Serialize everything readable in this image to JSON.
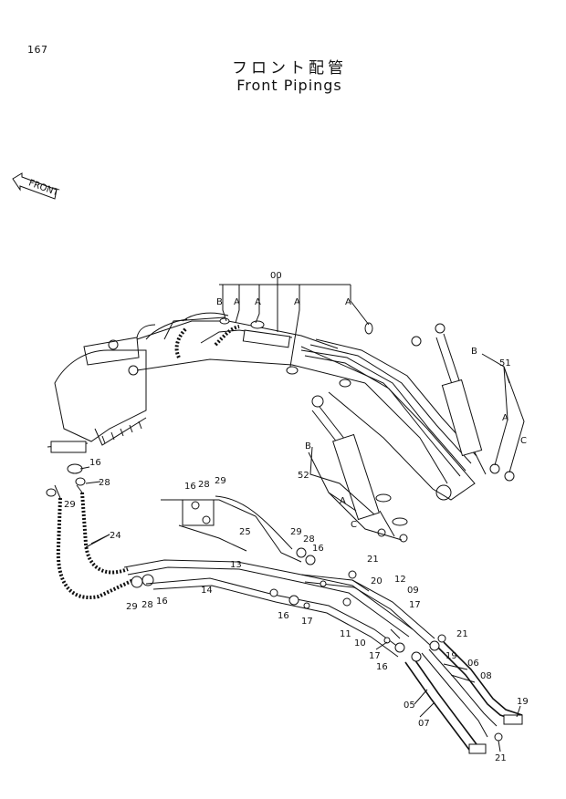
{
  "page_number": "167",
  "title_jp": "フロント配管",
  "title_en": "Front Pipings",
  "front_arrow_label": "FRONT",
  "callouts": {
    "c00": "00",
    "cB1": "B",
    "cA1": "A",
    "cA2": "A",
    "cA3": "A",
    "cA4": "A",
    "cB2": "B",
    "c51": "51",
    "cA5": "A",
    "cC1": "C",
    "cB3": "B",
    "c52": "52",
    "cA6": "A",
    "cC2": "C",
    "c16a": "16",
    "c28a": "28",
    "c29a": "29",
    "c24": "24",
    "c29b": "29",
    "c28b": "28",
    "c16b": "16",
    "c16c": "16",
    "c28c": "28",
    "c29c": "29",
    "c25": "25",
    "c29d": "29",
    "c28d": "28",
    "c16d": "16",
    "c13": "13",
    "c14": "14",
    "c21a": "21",
    "c20": "20",
    "c12": "12",
    "c09": "09",
    "c17a": "17",
    "c16e": "16",
    "c17b": "17",
    "c11": "11",
    "c10": "10",
    "c17c": "17",
    "c16f": "16",
    "c21b": "21",
    "c19a": "19",
    "c06": "06",
    "c08": "08",
    "c05": "05",
    "c07": "07",
    "c19b": "19",
    "c21c": "21"
  }
}
